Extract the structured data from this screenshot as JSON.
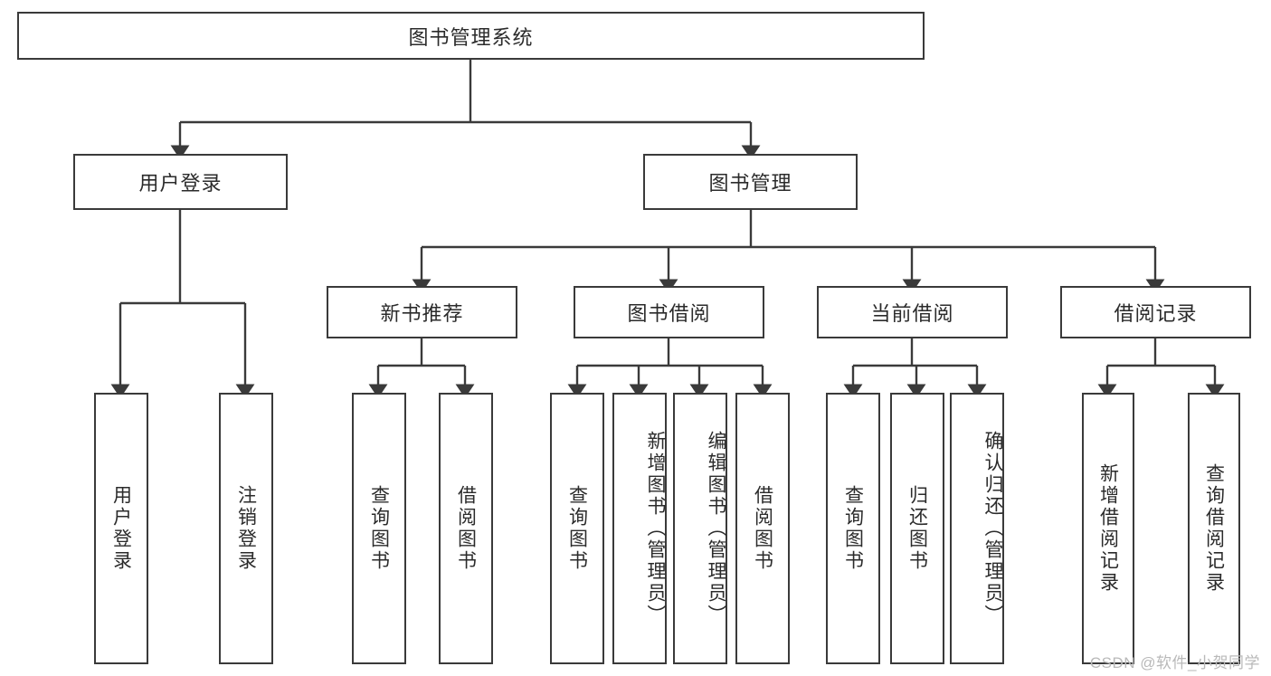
{
  "diagram": {
    "title": "图书管理系统",
    "watermark": "CSDN @软件_小贺同学",
    "colors": {
      "stroke": "#3a3a3a",
      "text": "#2b2b2b",
      "background": "#ffffff",
      "watermark": "#b9b9b9"
    },
    "levels": {
      "root": {
        "label": "图书管理系统"
      },
      "level2": [
        {
          "label": "用户登录"
        },
        {
          "label": "图书管理"
        }
      ],
      "level3": [
        {
          "label": "新书推荐"
        },
        {
          "label": "图书借阅"
        },
        {
          "label": "当前借阅"
        },
        {
          "label": "借阅记录"
        }
      ],
      "leaves": [
        {
          "label": "用户登录",
          "parent": "用户登录"
        },
        {
          "label": "注销登录",
          "parent": "用户登录"
        },
        {
          "label": "查询图书",
          "parent": "新书推荐"
        },
        {
          "label": "借阅图书",
          "parent": "新书推荐"
        },
        {
          "label": "查询图书",
          "parent": "图书借阅"
        },
        {
          "label": "新增图书（管理员）",
          "parent": "图书借阅"
        },
        {
          "label": "编辑图书（管理员）",
          "parent": "图书借阅"
        },
        {
          "label": "借阅图书",
          "parent": "图书借阅"
        },
        {
          "label": "查询图书",
          "parent": "当前借阅"
        },
        {
          "label": "归还图书",
          "parent": "当前借阅"
        },
        {
          "label": "确认归还（管理员）",
          "parent": "当前借阅"
        },
        {
          "label": "新增借阅记录",
          "parent": "借阅记录"
        },
        {
          "label": "查询借阅记录",
          "parent": "借阅记录"
        }
      ]
    }
  }
}
